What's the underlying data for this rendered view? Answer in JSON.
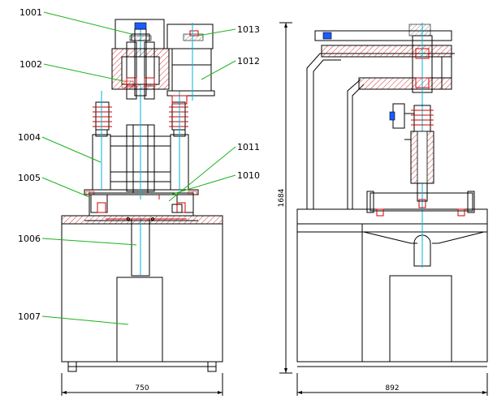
{
  "labels": {
    "l1001": "1001",
    "l1002": "1002",
    "l1004": "1004",
    "l1005": "1005",
    "l1006": "1006",
    "l1007": "1007",
    "l1010": "1010",
    "l1011": "1011",
    "l1012": "1012",
    "l1013": "1013"
  },
  "dimensions": {
    "front_width": "750",
    "side_width": "892",
    "height": "1684"
  },
  "colors": {
    "outline": "#000000",
    "section": "#d00000",
    "centerline": "#00b4d8",
    "leader": "#1bb31b",
    "component": "#1a5cff"
  }
}
